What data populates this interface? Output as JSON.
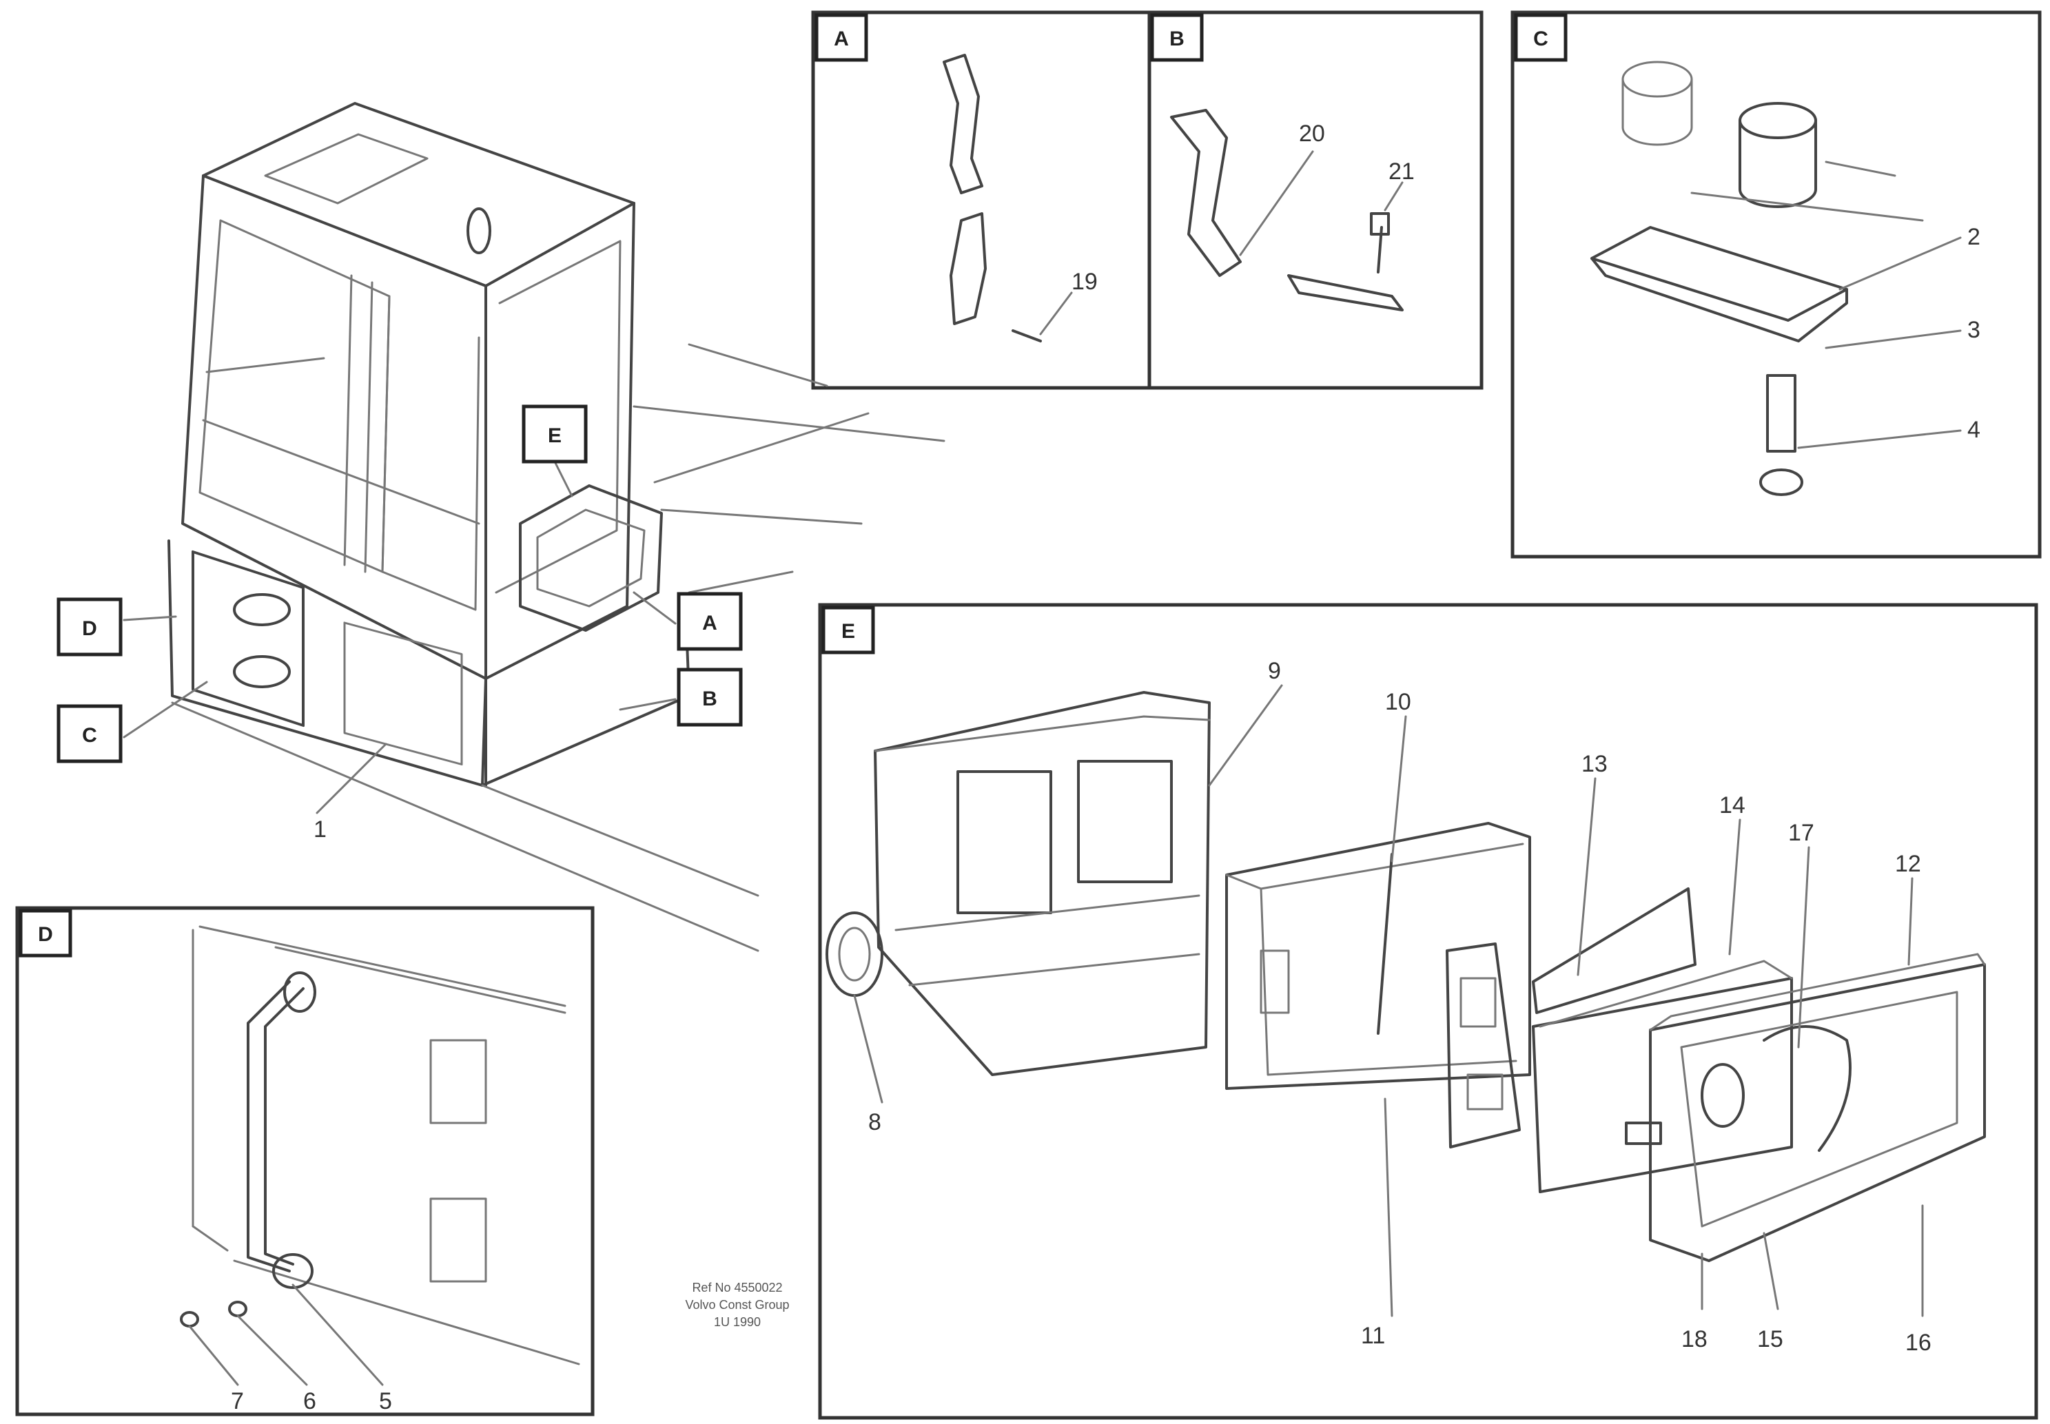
{
  "detail_tags": [
    "A",
    "B",
    "C",
    "D",
    "E"
  ],
  "parts": [
    "1",
    "2",
    "3",
    "4",
    "5",
    "6",
    "7",
    "8",
    "9",
    "10",
    "11",
    "12",
    "13",
    "14",
    "15",
    "16",
    "17",
    "18",
    "19",
    "20",
    "21"
  ],
  "reference": [
    "Ref No 4550022",
    "Volvo Const Group",
    "1U 1990"
  ]
}
